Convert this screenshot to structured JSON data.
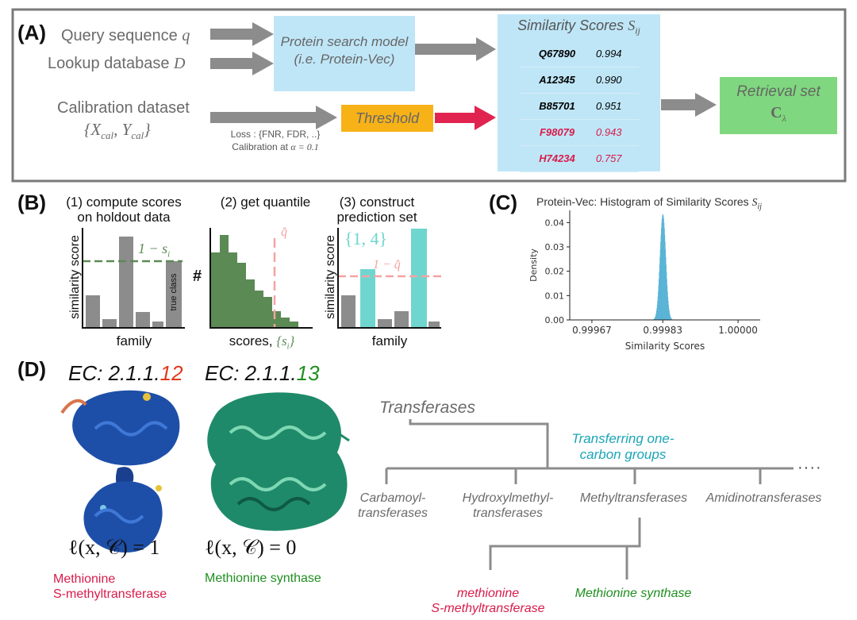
{
  "panel_a": {
    "label": "(A)",
    "query_text": "Query sequence",
    "query_symbol": "q",
    "lookup_text": "Lookup database",
    "lookup_symbol": "D",
    "calib_text": "Calibration dataset",
    "calib_symbol": "{X",
    "calib_symbol_sub1": "cal",
    "calib_symbol_mid": ", Y",
    "calib_symbol_sub2": "cal",
    "calib_symbol_end": "}",
    "model_line1": "Protein search model",
    "model_line2": "(i.e. Protein-Vec)",
    "threshold": "Threshold",
    "loss_line": "Loss : {FNR, FDR, ..}",
    "calib_alpha_prefix": "Calibration at",
    "calib_alpha": "α = 0.1",
    "scores_title": "Similarity Scores",
    "scores_symbol": "S",
    "scores_symbol_sub": "ij",
    "scores": [
      {
        "id": "Q67890",
        "value": "0.994",
        "color": "#000000"
      },
      {
        "id": "A12345",
        "value": "0.990",
        "color": "#000000"
      },
      {
        "id": "B85701",
        "value": "0.951",
        "color": "#000000"
      },
      {
        "id": "F98079",
        "value": "0.943",
        "color": "#d81b4a"
      },
      {
        "id": "H74234",
        "value": "0.757",
        "color": "#d81b4a"
      }
    ],
    "retrieval_line1": "Retrieval set",
    "retrieval_symbol": "C",
    "retrieval_sub": "λ"
  },
  "panel_b": {
    "label": "(B)",
    "step1_line1": "(1) compute scores",
    "step1_line2": "on holdout data",
    "step2": "(2) get quantile",
    "step3_line1": "(3) construct",
    "step3_line2": "prediction set",
    "y_label_1": "similarity score",
    "y_label_2": "#",
    "y_label_3": "similarity score",
    "x_label_1": "family",
    "x_label_2": "scores,",
    "x_label_2_sym": "{s",
    "x_label_2_sub": "i",
    "x_label_2_end": "}",
    "x_label_3": "family",
    "threshold_label_1": "1 − s",
    "threshold_label_1_sub": "i",
    "true_class": "true class",
    "qhat": "q̂",
    "set_label": "{1, 4}",
    "threshold_label_3": "1 − q̂"
  },
  "panel_c": {
    "label": "(C)",
    "title": "Protein-Vec: Histogram of Similarity Scores",
    "title_symbol": "S",
    "title_symbol_sub": "ij",
    "chart_data": {
      "type": "bar",
      "title": "Protein-Vec: Histogram of Similarity Scores S_ij",
      "xlabel": "Similarity Scores",
      "ylabel": "Density",
      "xlim": [
        0.99962,
        1.00005
      ],
      "ylim": [
        0,
        0.045
      ],
      "xticks": [
        "0.99967",
        "0.99983",
        "1.00000"
      ],
      "yticks": [
        "0.00",
        "0.01",
        "0.02",
        "0.03",
        "0.04"
      ],
      "distribution": {
        "peak_x": 0.99983,
        "peak_density": 0.0435,
        "std": 6.5e-06
      },
      "color": "#5ab4d6"
    }
  },
  "panel_d": {
    "label": "(D)",
    "ec1_prefix": "EC: 2.1.1.",
    "ec1_suffix": "12",
    "ec2_prefix": "EC: 2.1.1.",
    "ec2_suffix": "13",
    "loss1": "ℓ(x, 𝒞) = 1",
    "loss2": "ℓ(x, 𝒞) = 0",
    "name1_line1": "Methionine",
    "name1_line2": "S-methyltransferase",
    "name2": "Methionine synthase",
    "tree": {
      "root": "Transferases",
      "mid_line1": "Transferring one-",
      "mid_line2": "carbon groups",
      "leaves": [
        {
          "line1": "Carbamoyl-",
          "line2": "transferases"
        },
        {
          "line1": "Hydroxylmethyl-",
          "line2": "transferases"
        },
        {
          "line1": "Methyltransferases",
          "line2": ""
        },
        {
          "line1": "Amidinotransferases",
          "line2": ""
        }
      ],
      "ellipsis": "····",
      "sub_leaf1_line1": "methionine",
      "sub_leaf1_line2": "S-methyltransferase",
      "sub_leaf2": "Methionine synthase"
    }
  },
  "colors": {
    "arrow_gray": "#8c8c8c",
    "arrow_red": "#e0244f",
    "blue_box": "#bfe6f7",
    "threshold_box": "#f7b218",
    "green_box": "#7fd87f",
    "dark_green": "#5b8a55",
    "teal": "#6fd6cf",
    "pink": "#f4a3a3",
    "protein_blue": "#1e4fa8",
    "protein_green": "#1f8a6a",
    "ec_red": "#e03a1a",
    "ec_green": "#1f8f1f",
    "tree_teal": "#1aa5b8",
    "crimson": "#d81b4a"
  }
}
